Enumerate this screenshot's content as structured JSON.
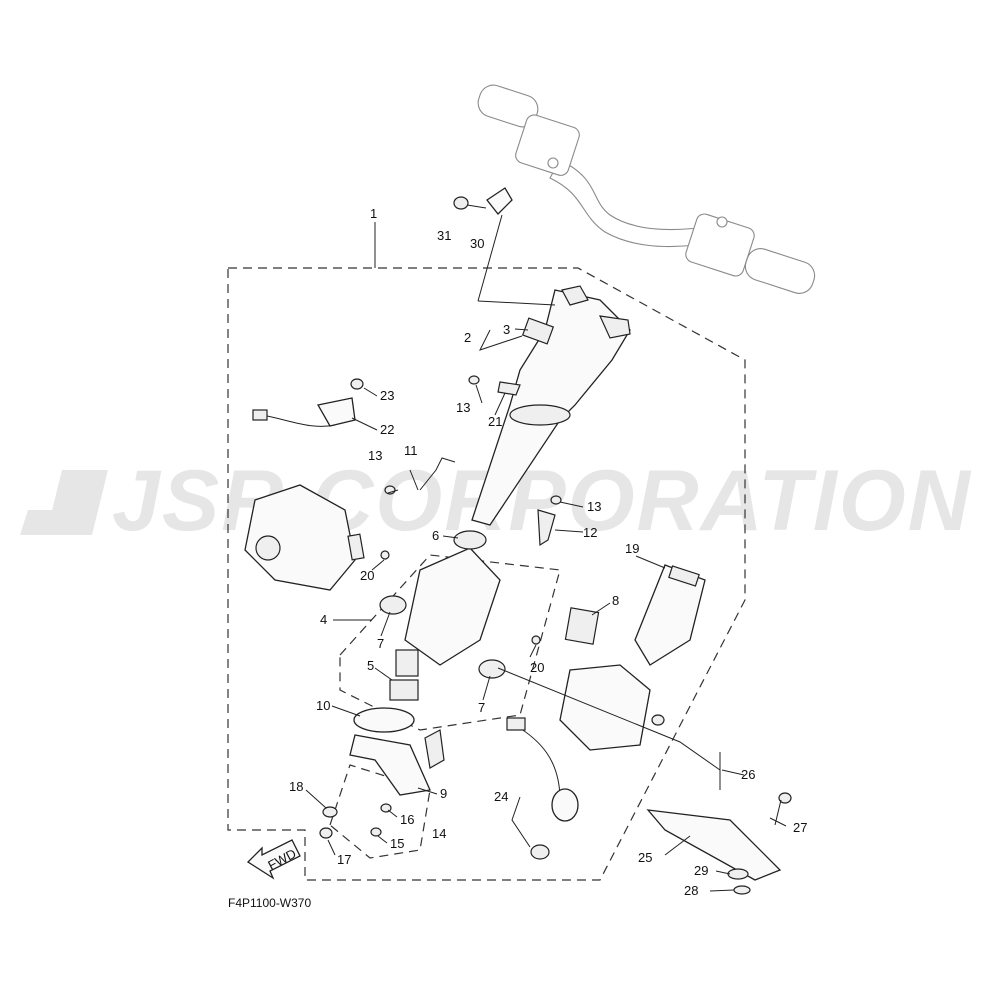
{
  "diagram": {
    "drawing_code": "F4P1100-W370",
    "fwd_label": "FWD",
    "watermark_text": "JSR CORPORATION",
    "callouts": [
      {
        "id": "c1",
        "text": "1"
      },
      {
        "id": "c2",
        "text": "2"
      },
      {
        "id": "c3",
        "text": "3"
      },
      {
        "id": "c4",
        "text": "4"
      },
      {
        "id": "c5",
        "text": "5"
      },
      {
        "id": "c6",
        "text": "6"
      },
      {
        "id": "c7a",
        "text": "7"
      },
      {
        "id": "c7b",
        "text": "7"
      },
      {
        "id": "c8",
        "text": "8"
      },
      {
        "id": "c9",
        "text": "9"
      },
      {
        "id": "c10",
        "text": "10"
      },
      {
        "id": "c11",
        "text": "11"
      },
      {
        "id": "c12",
        "text": "12"
      },
      {
        "id": "c13a",
        "text": "13"
      },
      {
        "id": "c13b",
        "text": "13"
      },
      {
        "id": "c13c",
        "text": "13"
      },
      {
        "id": "c14",
        "text": "14"
      },
      {
        "id": "c15",
        "text": "15"
      },
      {
        "id": "c16",
        "text": "16"
      },
      {
        "id": "c17",
        "text": "17"
      },
      {
        "id": "c18",
        "text": "18"
      },
      {
        "id": "c19",
        "text": "19"
      },
      {
        "id": "c20a",
        "text": "20"
      },
      {
        "id": "c20b",
        "text": "20"
      },
      {
        "id": "c21",
        "text": "21"
      },
      {
        "id": "c22",
        "text": "22"
      },
      {
        "id": "c23",
        "text": "23"
      },
      {
        "id": "c24",
        "text": "24"
      },
      {
        "id": "c25",
        "text": "25"
      },
      {
        "id": "c26",
        "text": "26"
      },
      {
        "id": "c27",
        "text": "27"
      },
      {
        "id": "c28",
        "text": "28"
      },
      {
        "id": "c29",
        "text": "29"
      },
      {
        "id": "c30",
        "text": "30"
      },
      {
        "id": "c31",
        "text": "31"
      }
    ]
  }
}
